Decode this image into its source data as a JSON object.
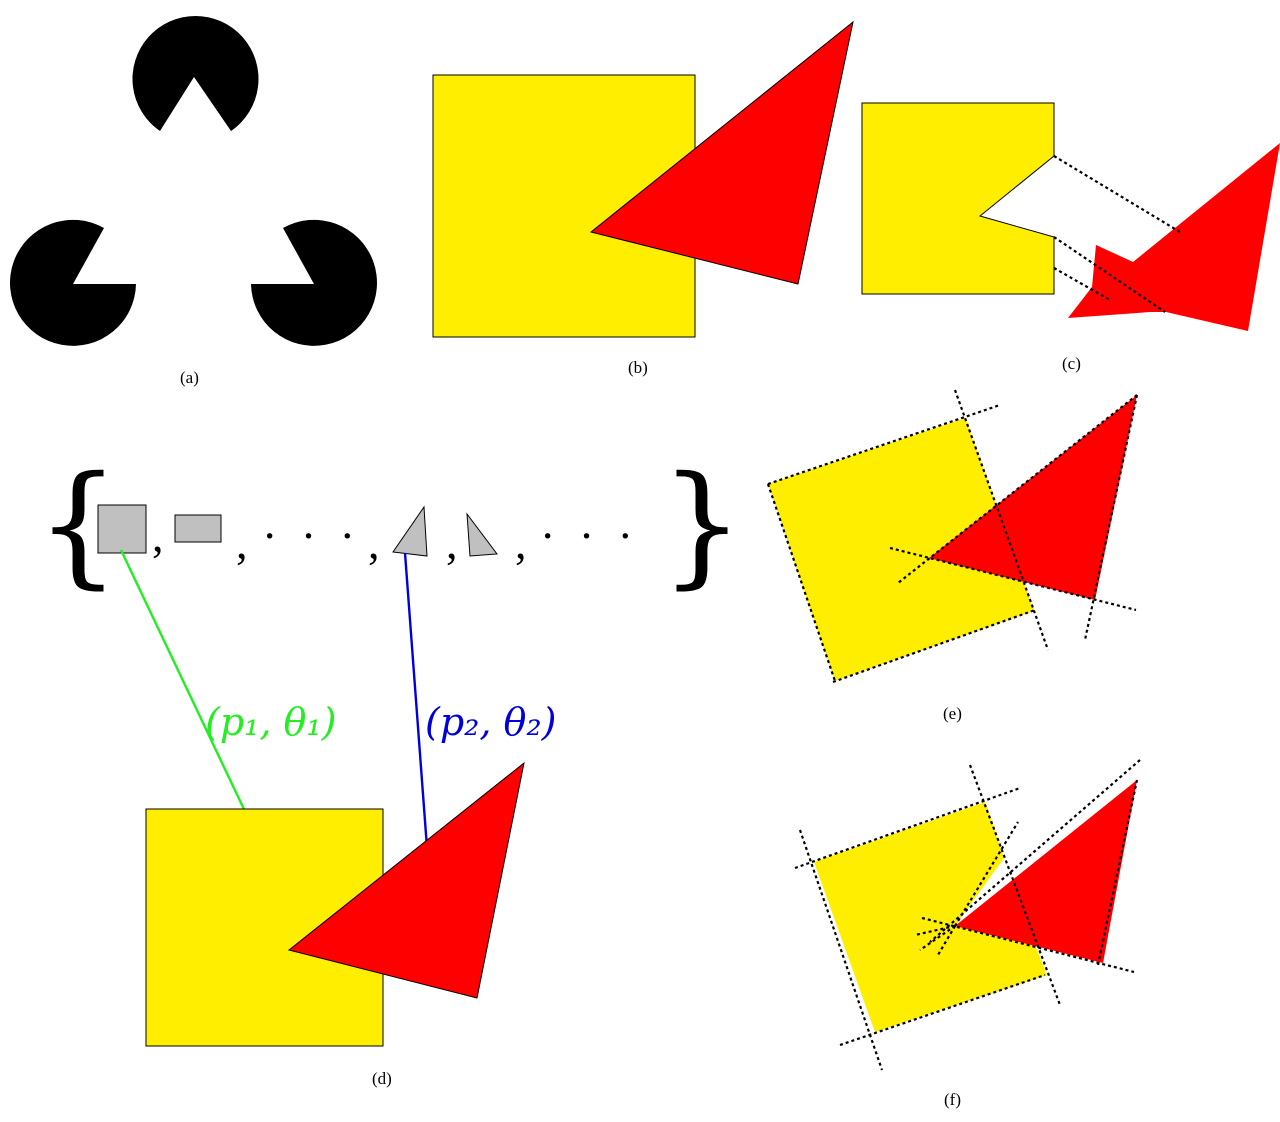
{
  "captions": {
    "a": "(a)",
    "b": "(b)",
    "c": "(c)",
    "d": "(d)",
    "e": "(e)",
    "f": "(f)"
  },
  "dictionary": {
    "open_brace": "{",
    "close_brace": "}",
    "comma": ",",
    "ellipsis": "· · ·"
  },
  "labels": {
    "param1": "(p₁, θ₁)",
    "param2": "(p₂, θ₂)"
  },
  "colors": {
    "square_fill": "#ffee00",
    "triangle_fill": "#ff0000",
    "atom_fill": "#c0c0c0",
    "arrow1": "#22ee22",
    "arrow2": "#0000dd",
    "pacman": "#000000"
  }
}
